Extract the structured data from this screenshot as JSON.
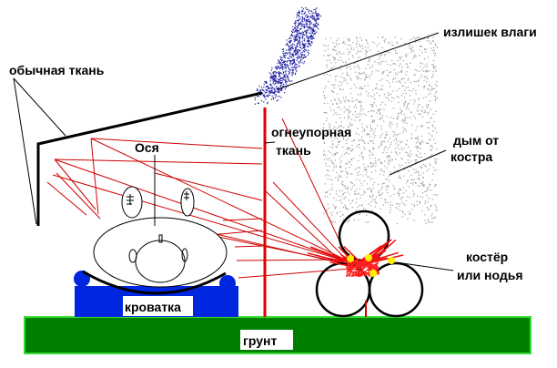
{
  "labels": {
    "excess_moisture": "излишек влаги",
    "regular_fabric": "обычная ткань",
    "child": "Ося",
    "fireproof_fabric_line1": "огнеупорная",
    "fireproof_fabric_line2": "ткань",
    "smoke_line1": "дым от",
    "smoke_line2": "костра",
    "fire_line1": "костёр",
    "fire_line2": "или нодья",
    "bed": "кроватка",
    "ground": "грунт"
  },
  "colors": {
    "ground": "#007f00",
    "ground_border": "#33dd33",
    "bed": "#0026e0",
    "fireproof": "#e00000",
    "heat_rays": "#d00000",
    "moisture": "#1a1aa0",
    "smoke": "#9a9a9a",
    "flame_core": "#ffee00"
  }
}
